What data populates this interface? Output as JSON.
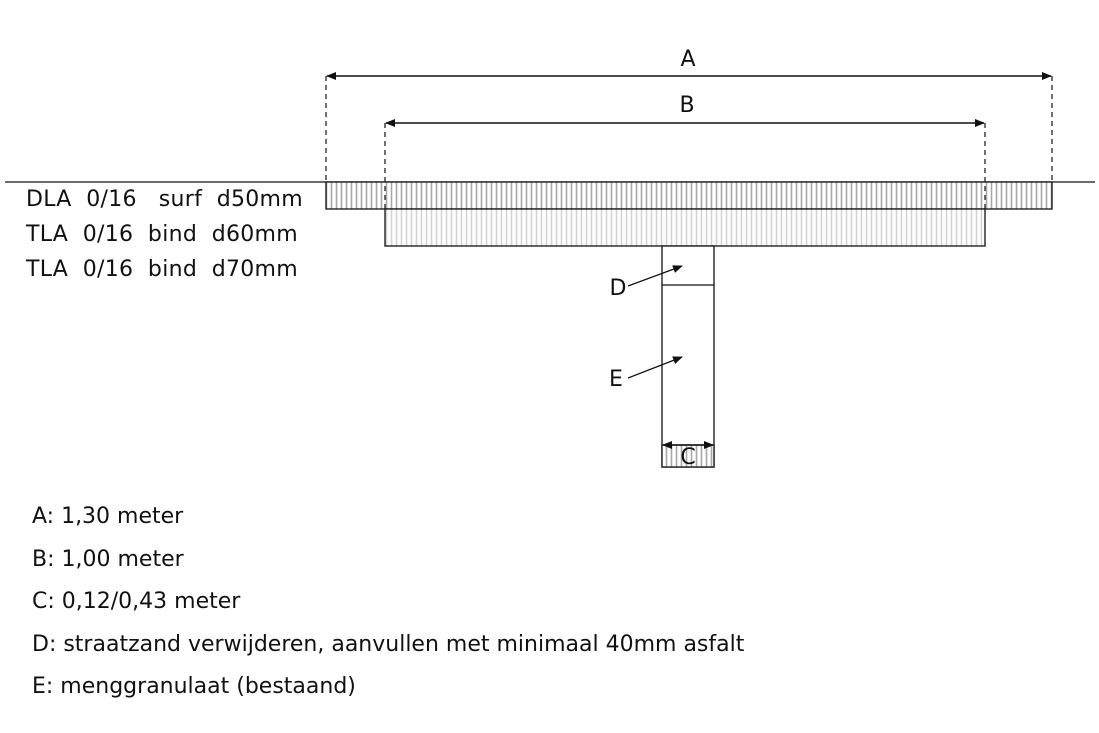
{
  "dimensions": {
    "A": "A",
    "B": "B",
    "C": "C",
    "D": "D",
    "E": "E"
  },
  "layers": [
    "DLA  0/16   surf  d50mm",
    "TLA  0/16  bind  d60mm",
    "TLA  0/16  bind  d70mm"
  ],
  "legend": [
    "A: 1,30 meter",
    "B: 1,00 meter",
    "C: 0,12/0,43 meter",
    "D: straatzand verwijderen, aanvullen met minimaal 40mm asfalt",
    "E: menggranulaat (bestaand)"
  ]
}
